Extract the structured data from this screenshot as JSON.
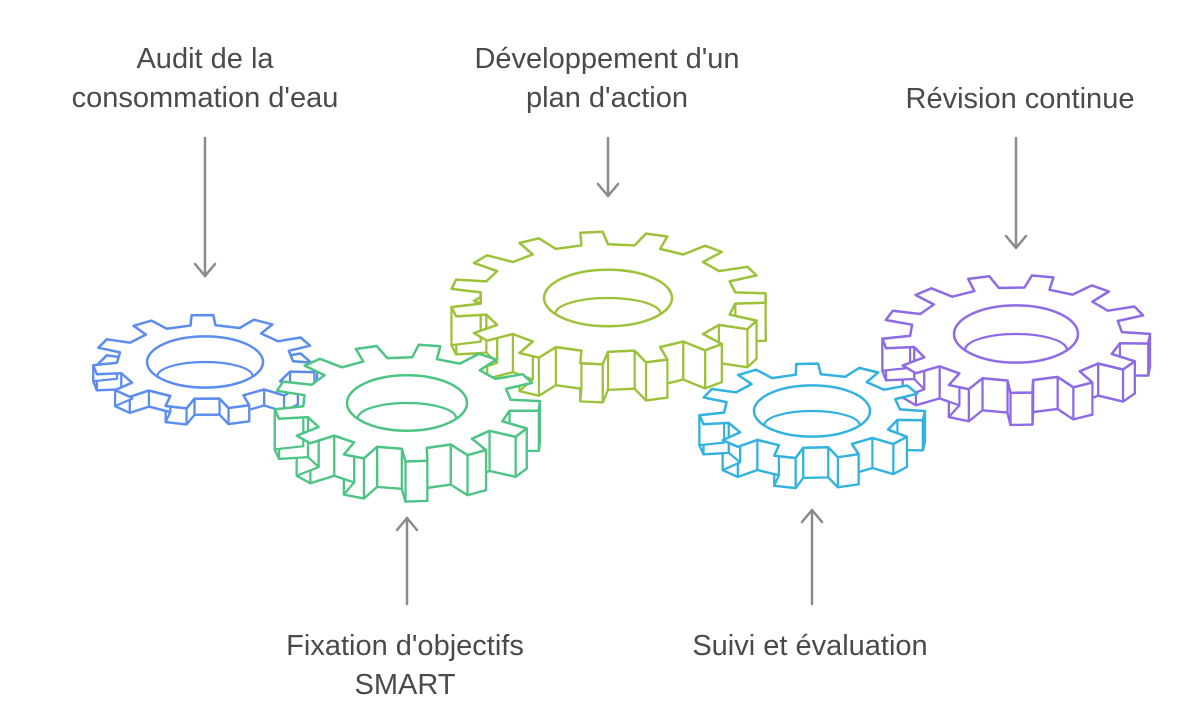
{
  "steps": [
    {
      "id": "audit",
      "lines": [
        "Audit de la",
        "consommation d'eau"
      ],
      "color": "#5b8def"
    },
    {
      "id": "smart",
      "lines": [
        "Fixation d'objectifs",
        "SMART"
      ],
      "color": "#4dc483"
    },
    {
      "id": "plan",
      "lines": [
        "Développement d'un",
        "plan d'action"
      ],
      "color": "#9cc23a"
    },
    {
      "id": "suivi",
      "lines": [
        "Suivi et évaluation"
      ],
      "color": "#33b2e0"
    },
    {
      "id": "rev",
      "lines": [
        "Révision continue"
      ],
      "color": "#8f6ae6"
    }
  ],
  "arrow_color": "#8a8a8a"
}
